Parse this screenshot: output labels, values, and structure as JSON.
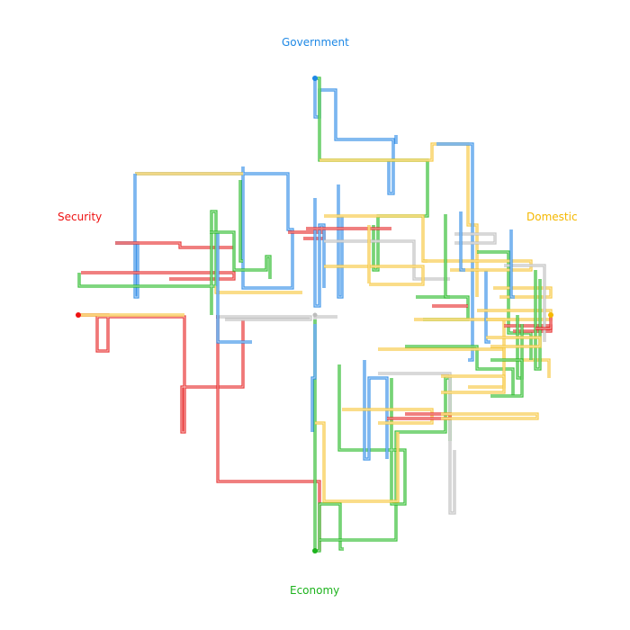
{
  "axes": {
    "government": {
      "label": "Government",
      "color": "#1e88e5"
    },
    "security": {
      "label": "Security",
      "color": "#ee1111"
    },
    "domestic": {
      "label": "Domestic",
      "color": "#f5b800"
    },
    "economy": {
      "label": "Economy",
      "color": "#1db31d"
    }
  },
  "palette": {
    "blue": "#2a8ae6",
    "red": "#e52222",
    "gold": "#f6c433",
    "green": "#22b822",
    "gray": "#bdbdbd"
  }
}
